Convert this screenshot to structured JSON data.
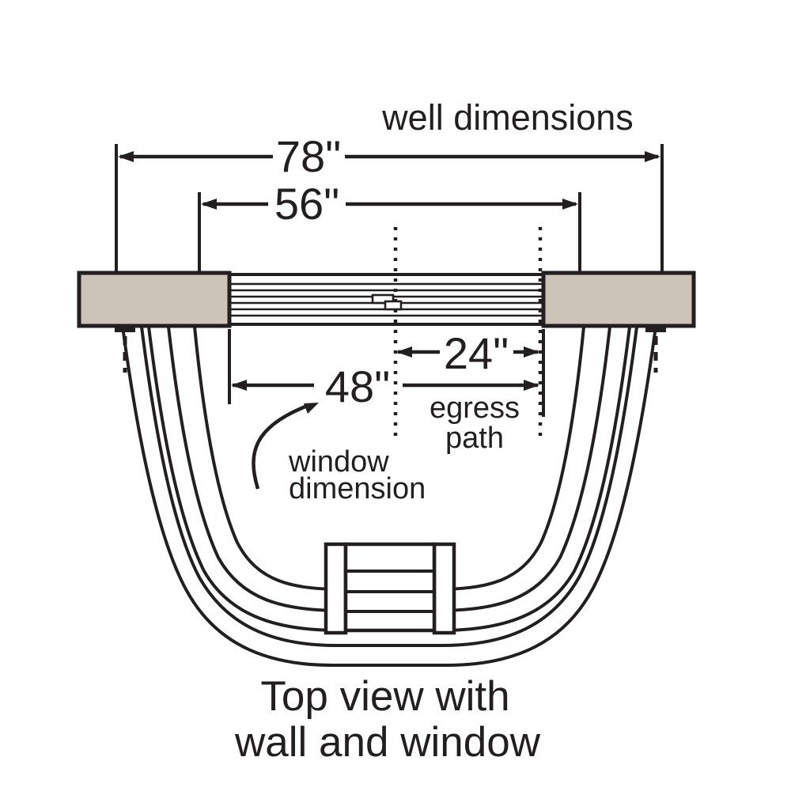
{
  "title": "well dimensions",
  "caption": {
    "line1": "Top view with",
    "line2": "wall and window"
  },
  "dimensions": {
    "well_overall_width": "78\"",
    "well_inner_width": "56\"",
    "egress_path_width": "24\"",
    "window_width": "48\""
  },
  "labels": {
    "egress_path": {
      "line1": "egress",
      "line2": "path"
    },
    "window_dimension": {
      "line1": "window",
      "line2": "dimension"
    }
  },
  "colors": {
    "wall_fill": "#cbc4b7",
    "line": "#231f20",
    "background": "#ffffff"
  }
}
